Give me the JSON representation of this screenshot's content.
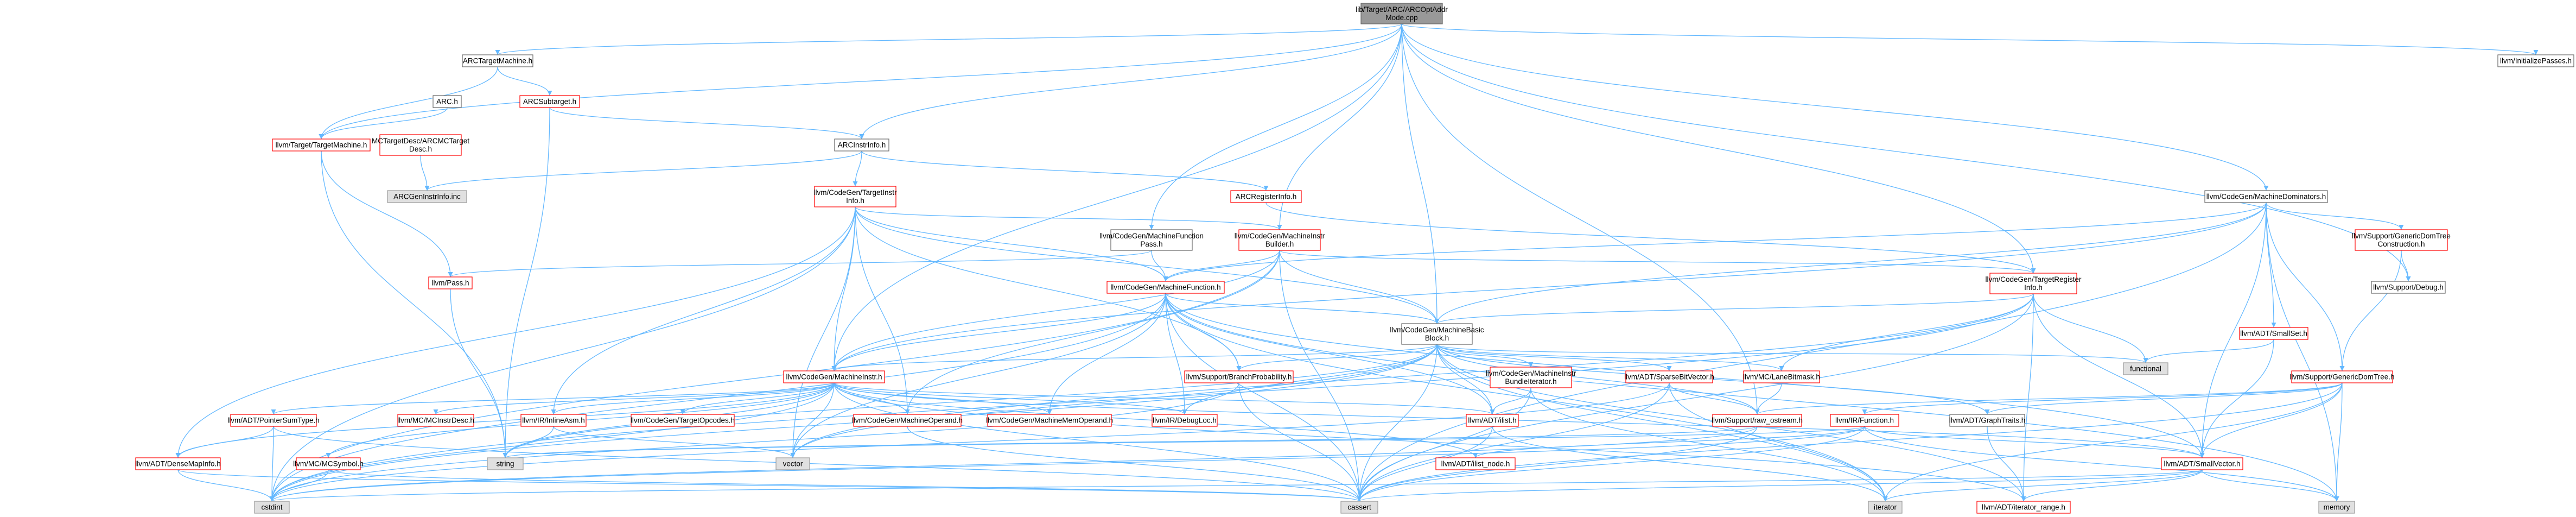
{
  "colors": {
    "default_border": "#666666",
    "default_fill": "#ffffff",
    "red_border": "#ff0000",
    "root_fill": "#999999",
    "system_fill": "#e0e0e0",
    "system_border": "#999999",
    "edge": "#63b8ff"
  },
  "nodes": [
    {
      "id": "root",
      "label": "lib/Target/ARC/ARCOptAddr\nMode.cpp",
      "style": "root"
    },
    {
      "id": "arctm",
      "label": "ARCTargetMachine.h",
      "style": "default"
    },
    {
      "id": "initpasses",
      "label": "llvm/InitializePasses.h",
      "style": "default"
    },
    {
      "id": "arch",
      "label": "ARC.h",
      "style": "default"
    },
    {
      "id": "arcsub",
      "label": "ARCSubtarget.h",
      "style": "red"
    },
    {
      "id": "targetmachine",
      "label": "llvm/Target/TargetMachine.h",
      "style": "red"
    },
    {
      "id": "mcdesc",
      "label": "MCTargetDesc/ARCMCTarget\nDesc.h",
      "style": "red"
    },
    {
      "id": "instrinfo",
      "label": "ARCInstrInfo.h",
      "style": "default"
    },
    {
      "id": "geninstrinfo",
      "label": "ARCGenInstrInfo.inc",
      "style": "system"
    },
    {
      "id": "reginfo",
      "label": "ARCRegisterInfo.h",
      "style": "red"
    },
    {
      "id": "tii",
      "label": "llvm/CodeGen/TargetInstr\nInfo.h",
      "style": "red"
    },
    {
      "id": "mdom",
      "label": "llvm/CodeGen/MachineDominators.h",
      "style": "default"
    },
    {
      "id": "mfpass",
      "label": "llvm/CodeGen/MachineFunction\nPass.h",
      "style": "default"
    },
    {
      "id": "mib",
      "label": "llvm/CodeGen/MachineInstr\nBuilder.h",
      "style": "red"
    },
    {
      "id": "tri",
      "label": "llvm/CodeGen/TargetRegister\nInfo.h",
      "style": "red"
    },
    {
      "id": "gdtc",
      "label": "llvm/Support/GenericDomTree\nConstruction.h",
      "style": "red"
    },
    {
      "id": "debug",
      "label": "llvm/Support/Debug.h",
      "style": "default"
    },
    {
      "id": "pass",
      "label": "llvm/Pass.h",
      "style": "red"
    },
    {
      "id": "mf",
      "label": "llvm/CodeGen/MachineFunction.h",
      "style": "red"
    },
    {
      "id": "smallset",
      "label": "llvm/ADT/SmallSet.h",
      "style": "red"
    },
    {
      "id": "mbb",
      "label": "llvm/CodeGen/MachineBasic\nBlock.h",
      "style": "default"
    },
    {
      "id": "functional",
      "label": "functional",
      "style": "system"
    },
    {
      "id": "mi",
      "label": "llvm/CodeGen/MachineInstr.h",
      "style": "red"
    },
    {
      "id": "bp",
      "label": "llvm/Support/BranchProbability.h",
      "style": "red"
    },
    {
      "id": "mibundle",
      "label": "llvm/CodeGen/MachineInstr\nBundleIterator.h",
      "style": "red"
    },
    {
      "id": "sbv",
      "label": "llvm/ADT/SparseBitVector.h",
      "style": "red"
    },
    {
      "id": "lanebm",
      "label": "llvm/MC/LaneBitmask.h",
      "style": "red"
    },
    {
      "id": "gdt",
      "label": "llvm/Support/GenericDomTree.h",
      "style": "red"
    },
    {
      "id": "ptrsum",
      "label": "llvm/ADT/PointerSumType.h",
      "style": "red"
    },
    {
      "id": "mcinstrdesc",
      "label": "llvm/MC/MCInstrDesc.h",
      "style": "red"
    },
    {
      "id": "inlineasm",
      "label": "llvm/IR/InlineAsm.h",
      "style": "red"
    },
    {
      "id": "tgtopcodes",
      "label": "llvm/CodeGen/TargetOpcodes.h",
      "style": "red"
    },
    {
      "id": "mo",
      "label": "llvm/CodeGen/MachineOperand.h",
      "style": "red"
    },
    {
      "id": "mmo",
      "label": "llvm/CodeGen/MachineMemOperand.h",
      "style": "red"
    },
    {
      "id": "debugloc",
      "label": "llvm/IR/DebugLoc.h",
      "style": "red"
    },
    {
      "id": "ilist",
      "label": "llvm/ADT/ilist.h",
      "style": "red"
    },
    {
      "id": "rawostream",
      "label": "llvm/Support/raw_ostream.h",
      "style": "red"
    },
    {
      "id": "irfunction",
      "label": "llvm/IR/Function.h",
      "style": "red"
    },
    {
      "id": "graphtraits",
      "label": "llvm/ADT/GraphTraits.h",
      "style": "default"
    },
    {
      "id": "densemapinfo",
      "label": "llvm/ADT/DenseMapInfo.h",
      "style": "red"
    },
    {
      "id": "mcsymbol",
      "label": "llvm/MC/MCSymbol.h",
      "style": "red"
    },
    {
      "id": "string",
      "label": "string",
      "style": "system"
    },
    {
      "id": "vector",
      "label": "vector",
      "style": "system"
    },
    {
      "id": "ilistnode",
      "label": "llvm/ADT/ilist_node.h",
      "style": "red"
    },
    {
      "id": "smallvector",
      "label": "llvm/ADT/SmallVector.h",
      "style": "red"
    },
    {
      "id": "cstdint",
      "label": "cstdint",
      "style": "system"
    },
    {
      "id": "cassert",
      "label": "cassert",
      "style": "system"
    },
    {
      "id": "iterator",
      "label": "iterator",
      "style": "system"
    },
    {
      "id": "iterrange",
      "label": "llvm/ADT/iterator_range.h",
      "style": "red"
    },
    {
      "id": "memory",
      "label": "memory",
      "style": "system"
    }
  ],
  "edges": [
    [
      "root",
      "arctm"
    ],
    [
      "root",
      "initpasses"
    ],
    [
      "root",
      "targetmachine"
    ],
    [
      "root",
      "instrinfo"
    ],
    [
      "root",
      "mdom"
    ],
    [
      "root",
      "mfpass"
    ],
    [
      "root",
      "mib"
    ],
    [
      "root",
      "tri"
    ],
    [
      "root",
      "debug"
    ],
    [
      "root",
      "mbb"
    ],
    [
      "root",
      "mi"
    ],
    [
      "root",
      "rawostream"
    ],
    [
      "arctm",
      "arcsub"
    ],
    [
      "arctm",
      "targetmachine"
    ],
    [
      "arch",
      "targetmachine"
    ],
    [
      "arcsub",
      "instrinfo"
    ],
    [
      "arcsub",
      "string"
    ],
    [
      "targetmachine",
      "pass"
    ],
    [
      "targetmachine",
      "string"
    ],
    [
      "mcdesc",
      "geninstrinfo"
    ],
    [
      "instrinfo",
      "geninstrinfo"
    ],
    [
      "instrinfo",
      "reginfo"
    ],
    [
      "instrinfo",
      "tii"
    ],
    [
      "reginfo",
      "tri"
    ],
    [
      "tii",
      "mbb"
    ],
    [
      "tii",
      "mf"
    ],
    [
      "tii",
      "mi"
    ],
    [
      "tii",
      "mo"
    ],
    [
      "tii",
      "bp"
    ],
    [
      "tii",
      "densemapinfo"
    ],
    [
      "tii",
      "cstdint"
    ],
    [
      "tii",
      "vector"
    ],
    [
      "tii",
      "mib"
    ],
    [
      "tii",
      "inlineasm"
    ],
    [
      "mdom",
      "mbb"
    ],
    [
      "mdom",
      "mf"
    ],
    [
      "mdom",
      "mi"
    ],
    [
      "mdom",
      "gdt"
    ],
    [
      "mdom",
      "gdtc"
    ],
    [
      "mdom",
      "smallset"
    ],
    [
      "mdom",
      "smallvector"
    ],
    [
      "mdom",
      "memory"
    ],
    [
      "mdom",
      "cassert"
    ],
    [
      "mfpass",
      "pass"
    ],
    [
      "mfpass",
      "mf"
    ],
    [
      "mib",
      "mf"
    ],
    [
      "mib",
      "mbb"
    ],
    [
      "mib",
      "mi"
    ],
    [
      "mib",
      "mo"
    ],
    [
      "mib",
      "tri"
    ],
    [
      "mib",
      "cassert"
    ],
    [
      "mib",
      "cstdint"
    ],
    [
      "tri",
      "functional"
    ],
    [
      "tri",
      "lanebm"
    ],
    [
      "tri",
      "mbb"
    ],
    [
      "tri",
      "smallvector"
    ],
    [
      "tri",
      "iterrange"
    ],
    [
      "tri",
      "cassert"
    ],
    [
      "tri",
      "cstdint"
    ],
    [
      "tri",
      "vector"
    ],
    [
      "gdtc",
      "debug"
    ],
    [
      "gdtc",
      "gdt"
    ],
    [
      "pass",
      "string"
    ],
    [
      "mf",
      "mbb"
    ],
    [
      "mf",
      "mmo"
    ],
    [
      "mf",
      "mi"
    ],
    [
      "mf",
      "debugloc"
    ],
    [
      "mf",
      "ilist"
    ],
    [
      "mf",
      "smallvector"
    ],
    [
      "mf",
      "iterator"
    ],
    [
      "mf",
      "cassert"
    ],
    [
      "mf",
      "cstdint"
    ],
    [
      "mf",
      "memory"
    ],
    [
      "mf",
      "vector"
    ],
    [
      "mf",
      "bp"
    ],
    [
      "smallset",
      "smallvector"
    ],
    [
      "smallset",
      "functional"
    ],
    [
      "mbb",
      "mi"
    ],
    [
      "mbb",
      "bp"
    ],
    [
      "mbb",
      "mibundle"
    ],
    [
      "mbb",
      "sbv"
    ],
    [
      "mbb",
      "lanebm"
    ],
    [
      "mbb",
      "graphtraits"
    ],
    [
      "mbb",
      "ilist"
    ],
    [
      "mbb",
      "iterrange"
    ],
    [
      "mbb",
      "rawostream"
    ],
    [
      "mbb",
      "cassert"
    ],
    [
      "mbb",
      "functional"
    ],
    [
      "mbb",
      "iterator"
    ],
    [
      "mbb",
      "string"
    ],
    [
      "mbb",
      "vector"
    ],
    [
      "mbb",
      "debugloc"
    ],
    [
      "mbb",
      "cstdint"
    ],
    [
      "mi",
      "ptrsum"
    ],
    [
      "mi",
      "mcinstrdesc"
    ],
    [
      "mi",
      "inlineasm"
    ],
    [
      "mi",
      "tgtopcodes"
    ],
    [
      "mi",
      "mo"
    ],
    [
      "mi",
      "mmo"
    ],
    [
      "mi",
      "debugloc"
    ],
    [
      "mi",
      "ilist"
    ],
    [
      "mi",
      "densemapinfo"
    ],
    [
      "mi",
      "mcsymbol"
    ],
    [
      "mi",
      "smallvector"
    ],
    [
      "mi",
      "iterrange"
    ],
    [
      "mi",
      "cassert"
    ],
    [
      "mi",
      "cstdint"
    ],
    [
      "mi",
      "string"
    ],
    [
      "mi",
      "vector"
    ],
    [
      "mi",
      "ilistnode"
    ],
    [
      "bp",
      "cassert"
    ],
    [
      "bp",
      "cstdint"
    ],
    [
      "mibundle",
      "ilist"
    ],
    [
      "mibundle",
      "cassert"
    ],
    [
      "mibundle",
      "iterator"
    ],
    [
      "sbv",
      "rawostream"
    ],
    [
      "sbv",
      "cassert"
    ],
    [
      "sbv",
      "iterator"
    ],
    [
      "sbv",
      "cstdint"
    ],
    [
      "lanebm",
      "rawostream"
    ],
    [
      "gdt",
      "graphtraits"
    ],
    [
      "gdt",
      "smallvector"
    ],
    [
      "gdt",
      "rawostream"
    ],
    [
      "gdt",
      "cassert"
    ],
    [
      "gdt",
      "iterator"
    ],
    [
      "gdt",
      "memory"
    ],
    [
      "gdt",
      "irfunction"
    ],
    [
      "ptrsum",
      "densemapinfo"
    ],
    [
      "ptrsum",
      "cassert"
    ],
    [
      "ptrsum",
      "cstdint"
    ],
    [
      "inlineasm",
      "string"
    ],
    [
      "inlineasm",
      "vector"
    ],
    [
      "mo",
      "cassert"
    ],
    [
      "ilist",
      "cassert"
    ],
    [
      "ilist",
      "iterator"
    ],
    [
      "rawostream",
      "cassert"
    ],
    [
      "rawostream",
      "cstdint"
    ],
    [
      "rawostream",
      "string"
    ],
    [
      "irfunction",
      "ilistnode"
    ],
    [
      "irfunction",
      "smallvector"
    ],
    [
      "irfunction",
      "cassert"
    ],
    [
      "irfunction",
      "cstdint"
    ],
    [
      "irfunction",
      "string"
    ],
    [
      "irfunction",
      "memory"
    ],
    [
      "graphtraits",
      "iterrange"
    ],
    [
      "densemapinfo",
      "cassert"
    ],
    [
      "densemapinfo",
      "cstdint"
    ],
    [
      "mcsymbol",
      "cassert"
    ],
    [
      "mcsymbol",
      "cstdint"
    ],
    [
      "smallvector",
      "iterrange"
    ],
    [
      "smallvector",
      "cassert"
    ],
    [
      "smallvector",
      "cstdint"
    ],
    [
      "smallvector",
      "iterator"
    ],
    [
      "smallvector",
      "memory"
    ]
  ]
}
